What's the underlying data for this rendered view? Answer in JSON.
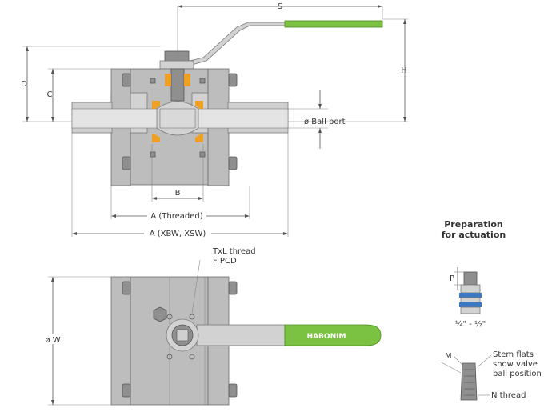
{
  "labels": {
    "S": "S",
    "H": "H",
    "D": "D",
    "C": "C",
    "ball_port": "ø Ball port",
    "B": "B",
    "A_threaded": "A (Threaded)",
    "A_xbw": "A (XBW, XSW)",
    "txl_thread": "TxL thread",
    "f_pcd": "F PCD",
    "W": "ø W",
    "prep_title_1": "Preparation",
    "prep_title_2": "for actuation",
    "P": "P",
    "size_range": "¼\" - ½\"",
    "M": "M",
    "stem_flats_1": "Stem flats",
    "stem_flats_2": "show valve",
    "stem_flats_3": "ball position",
    "n_thread": "N thread"
  },
  "brand": {
    "name": "HABONIM",
    "handle_color": "#7cc242",
    "seat_color": "#f0a020",
    "ring_color": "#3a78c2"
  }
}
